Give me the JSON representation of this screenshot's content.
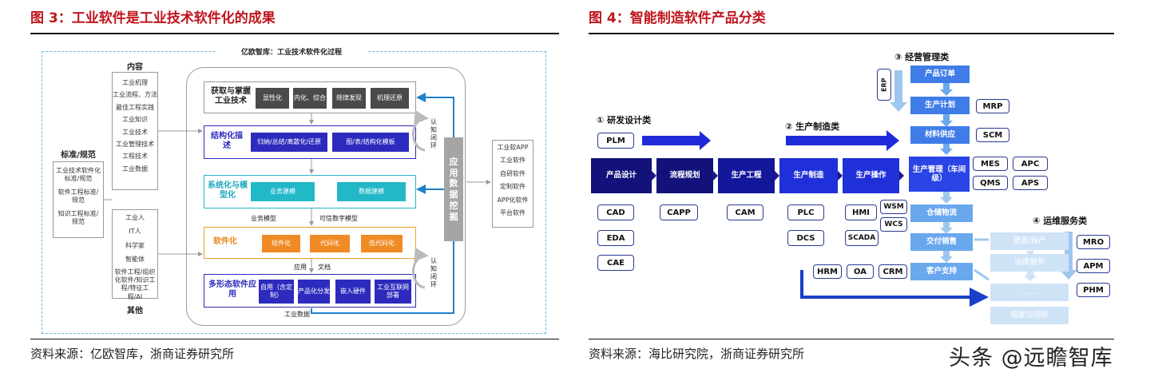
{
  "figures": {
    "left_title": "图 3：工业软件是工业技术软件化的成果",
    "right_title": "图 4：智能制造软件产品分类",
    "left_source": "资料来源：亿欧智库，浙商证券研究所",
    "right_source": "资料来源：海比研究院，浙商证券研究所",
    "watermark": "头条 @远瞻智库"
  },
  "left": {
    "header": "亿欧智库：工业技术软件化过程",
    "content_title": "内容",
    "content_items": [
      "工业机理",
      "工业流程、方法",
      "最佳工程实践",
      "工业知识",
      "工业技术",
      "工业管理技术",
      "工程技术",
      "工业数据"
    ],
    "standards_title": "标准/规范",
    "standards_items": [
      "工业技术软件化标准/规范",
      "软件工程标准/规范",
      "知识工程标准/规范"
    ],
    "other_items": [
      "工业人",
      "IT人",
      "科学家",
      "智能体",
      "软件工程/组织化软件/知识工程/特征工程/AI"
    ],
    "other_title": "其他",
    "stages": [
      {
        "label": "获取与掌握工业技术",
        "cells": [
          "显性化",
          "内化、综合",
          "规律发现",
          "机理还原"
        ]
      },
      {
        "label": "结构化描述",
        "cells": [
          "归纳/总结/离散化/还原",
          "图/表/结构化模板"
        ]
      },
      {
        "label": "系统化与模型化",
        "cells": [
          "业务建模",
          "数据建模"
        ]
      },
      {
        "label": "软件化",
        "cells": [
          "组件化",
          "代码化",
          "低代码化"
        ]
      },
      {
        "label": "多形态软件应用",
        "cells": [
          "自用（含定制）",
          "产品化分发",
          "嵌入硬件",
          "工业互联网部署"
        ]
      }
    ],
    "connector_1": "业务模型",
    "connector_2": "可信数字模型",
    "connector_3": "应用",
    "connector_4": "文档",
    "industrial_data": "工业数据",
    "cycle_label_top": "认知闭环",
    "cycle_label_bottom": "认知闭环",
    "mining_bar": "应用数据挖掘",
    "outputs": [
      "工业软APP",
      "工业软件",
      "自研软件",
      "定制软件",
      "APP化软件",
      "平台软件"
    ]
  },
  "right": {
    "sec1": "① 研发设计类",
    "sec2": "② 生产制造类",
    "sec3": "③ 经营管理类",
    "sec4": "④ 运维服务类",
    "plm": "PLM",
    "erp": "ERP",
    "chain": [
      "产品设计",
      "流程规划",
      "生产工程",
      "生产制造",
      "生产操作",
      "生产管理（车间级）"
    ],
    "col1_tags": [
      "CAD",
      "EDA",
      "CAE"
    ],
    "capp": "CAPP",
    "cam": "CAM",
    "plc": "PLC",
    "dcs": "DCS",
    "hmi": "HMI",
    "scada": "SCADA",
    "wsm": "WSM",
    "wcs": "WCS",
    "mgmt_nodes": [
      "产品订单",
      "生产计划",
      "材料供应"
    ],
    "mrp": "MRP",
    "scm": "SCM",
    "mes_tags": [
      "MES",
      "APC",
      "QMS",
      "APS"
    ],
    "lower_nodes": [
      "仓储物流",
      "交付销售",
      "客户支持"
    ],
    "bottom_tags": [
      "HRM",
      "OA",
      "CRM"
    ],
    "service_nodes": [
      "建造/投产",
      "运维服务",
      "......",
      "报废与回收"
    ],
    "service_tags": [
      "MRO",
      "APM",
      "PHM"
    ]
  }
}
